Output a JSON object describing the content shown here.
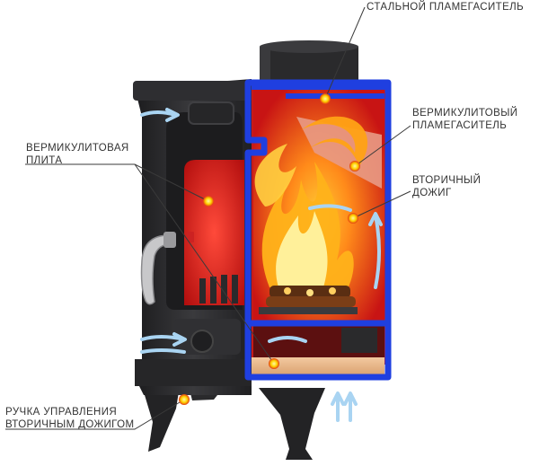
{
  "labels": {
    "steel_baffle": "СТАЛЬНОЙ ПЛАМЕГАСИТЕЛЬ",
    "vermiculite_baffle_line1": "ВЕРМИКУЛИТОВЫЙ",
    "vermiculite_baffle_line2": "ПЛАМЕГАСИТЕЛЬ",
    "secondary_burn_line1": "ВТОРИЧНЫЙ",
    "secondary_burn_line2": "ДОЖИГ",
    "vermiculite_plate_line1": "ВЕРМИКУЛИТОВАЯ",
    "vermiculite_plate_line2": "ПЛИТА",
    "control_handle_line1": "РУЧКА УПРАВЛЕНИЯ",
    "control_handle_line2": "ВТОРИЧНЫМ ДОЖИГОМ"
  },
  "colors": {
    "cast_iron": "#2b2b2d",
    "steel_section": "#1f3fe0",
    "firebox_red": "#d81e1e",
    "flame": "#ffb21a",
    "vermiculite": "#e8b98a",
    "air_flow": "#a9d4f2",
    "marker": "#ffd400"
  }
}
